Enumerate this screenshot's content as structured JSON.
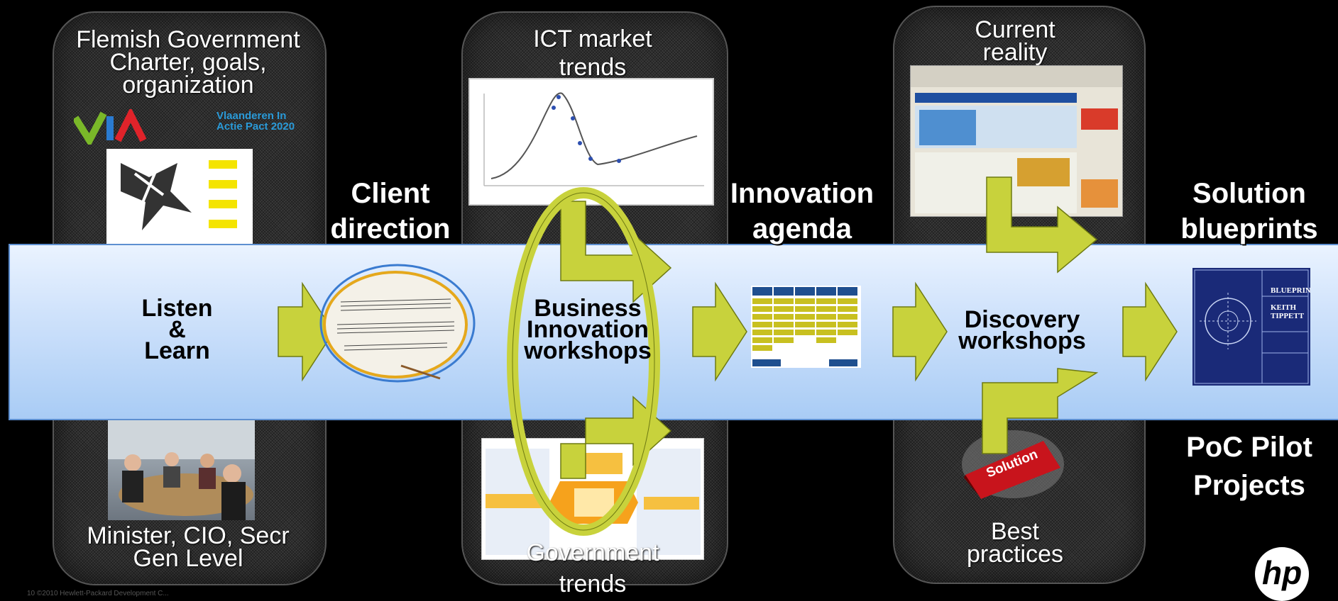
{
  "panels": {
    "p1_top": "Flemish Government Charter, goals, organization",
    "p1_bottom": "Minister, CIO, Secr Gen Level",
    "p2_top": "ICT market trends",
    "p2_bottom": "Government trends",
    "p3_top": "Current reality",
    "p3_bottom": "Best practices"
  },
  "band": {
    "listen": "Listen & Learn",
    "business": "Business Innovation workshops",
    "discovery": "Discovery workshops"
  },
  "headings": {
    "client": "Client direction",
    "innovation": "Innovation agenda",
    "solution": "Solution blueprints",
    "poc": "PoC Pilot Projects"
  },
  "logos": {
    "via_text": "Vlaanderen In Actie Pact 2020",
    "solution_key": "Solution",
    "blueprint_title": "BLUEPRINT",
    "blueprint_name": "KEITH TIPPETT",
    "hp": "hp"
  },
  "footer": "10    ©2010 Hewlett-Packard Development C...",
  "colors": {
    "arrow": "#c8d23c",
    "band": "#cfe2fb",
    "accent_blue": "#5d8fd0"
  }
}
